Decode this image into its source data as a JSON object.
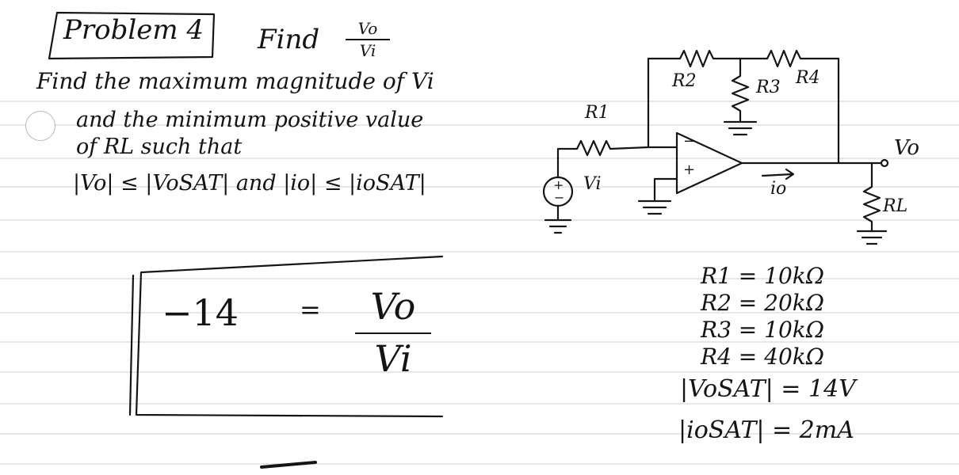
{
  "problem": {
    "label": "Problem 4",
    "find_word": "Find",
    "find_num": "Vo",
    "find_den": "Vi",
    "line1": "Find the maximum magnitude of Vi",
    "line2": "and the minimum positive value",
    "line3": "of RL such that",
    "line4": "|Vo| ≤ |VoSAT| and |io| ≤ |ioSAT|"
  },
  "circuit": {
    "r1": "R1",
    "r2": "R2",
    "r3": "R3",
    "r4": "R4",
    "rl": "RL",
    "vi": "Vi",
    "vo": "Vo",
    "io": "io",
    "minus": "−",
    "plus": "+"
  },
  "answer": {
    "value": "−14",
    "equals": "=",
    "num": "Vo",
    "den": "Vi"
  },
  "givens": [
    "R1 = 10kΩ",
    "R2 = 20kΩ",
    "R3 = 10kΩ",
    "R4 = 40kΩ",
    "|VoSAT| = 14V",
    "|ioSAT| = 2mA"
  ]
}
